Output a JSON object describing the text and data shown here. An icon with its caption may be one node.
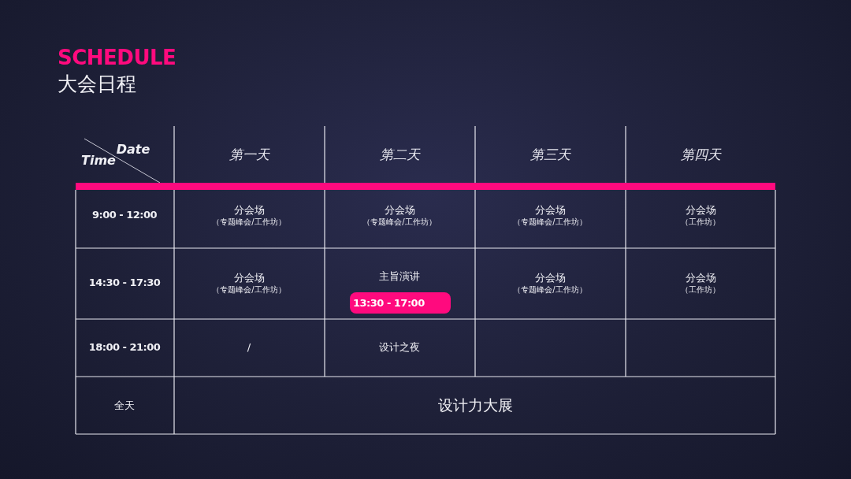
{
  "diagram": {
    "title": "SCHEDULE",
    "nodes": [
      {
        "text": [
          "13:30 - 17:00"
        ]
      }
    ],
    "labels": [
      "大会日程",
      "Date",
      "Time",
      "第一天",
      "第二天",
      "第三天",
      "第四天",
      "9:00 - 12:00",
      "分会场",
      "（专题峰会/工作坊）",
      "分会场",
      "（专题峰会/工作坊）",
      "分会场",
      "（专题峰会/工作坊）",
      "分会场",
      "（工作坊）",
      "14:30 - 17:30",
      "分会场",
      "（专题峰会/工作坊）",
      "主旨演讲",
      "分会场",
      "（专题峰会/工作坊）",
      "分会场",
      "（工作坊）",
      "18:00 - 21:00",
      "/",
      "设计之夜",
      "全天",
      "设计力大展"
    ]
  }
}
